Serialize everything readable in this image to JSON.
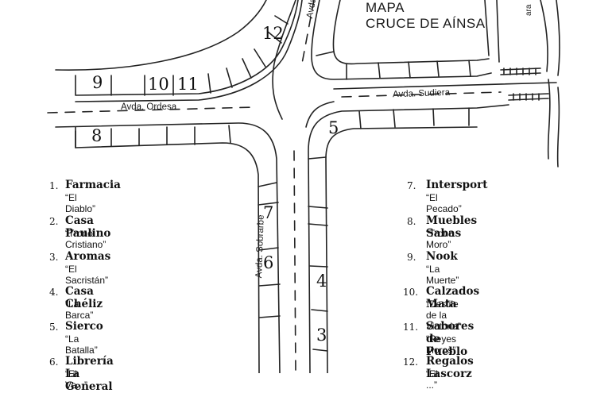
{
  "map": {
    "title_line1": "MAPA",
    "title_line2": "CRUCE DE AÍNSA",
    "streets": {
      "ordesa": "Avda. Ordesa",
      "sudiera": "Avda. Sudiera",
      "sobrarbe": "Avda. Sobrarbe",
      "top": "Avda",
      "right_edge": "ara"
    },
    "block_numbers": [
      "12",
      "9",
      "10",
      "11",
      "8",
      "5",
      "7",
      "6",
      "4",
      "3"
    ]
  },
  "legend": {
    "left": [
      {
        "num": "1.",
        "name": "Farmacia",
        "nick": "“El Diablo”"
      },
      {
        "num": "2.",
        "name": "Casa Paulino",
        "nick": "“Trono Cristiano”"
      },
      {
        "num": "3.",
        "name": "Aromas",
        "nick": "“El Sacristán”"
      },
      {
        "num": "4.",
        "name": "Casa Chéliz",
        "nick": "“La Barca”"
      },
      {
        "num": "5.",
        "name": "Sierco",
        "nick": "“La Batalla”"
      },
      {
        "num": "6.",
        "name": "Librería La General",
        "nick": "“El Ve...”"
      }
    ],
    "right": [
      {
        "num": "7.",
        "name": "Intersport",
        "nick": "“El Pecado”"
      },
      {
        "num": "8.",
        "name": "Muebles Sabas",
        "nick": "“Trono Moro”"
      },
      {
        "num": "9.",
        "name": "Nook",
        "nick": "“La Muerte”"
      },
      {
        "num": "10.",
        "name": "Calzados Mata",
        "nick": "“Desfile de la Victoria”"
      },
      {
        "num": "11.",
        "name": "Sabores de Pueblo",
        "nick": "“Reyes Moros”"
      },
      {
        "num": "12.",
        "name": "Regalos Lascorz",
        "nick": "“El ...”"
      }
    ]
  }
}
